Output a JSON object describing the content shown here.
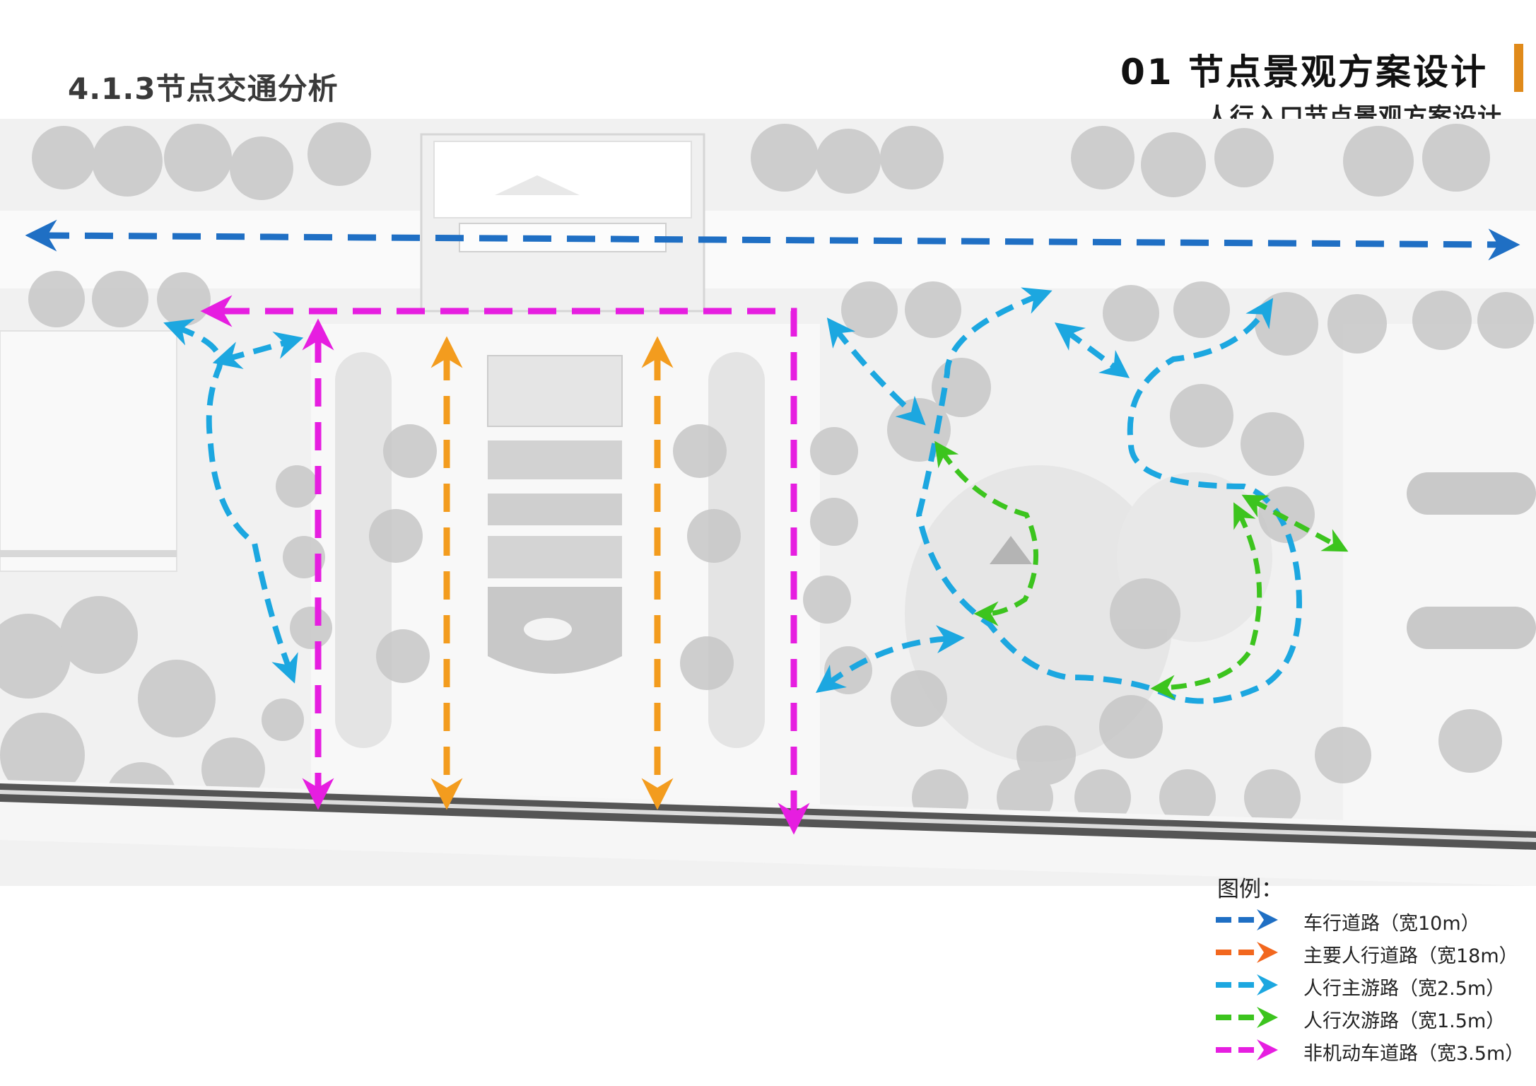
{
  "header": {
    "subsection_title": "4.1.3节点交通分析",
    "chapter_title": "01  节点景观方案设计",
    "chapter_subtitle": "人行入口节点景观方案设计"
  },
  "colors": {
    "accent": "#e08a1a",
    "vehicle_road": "#1f6fc4",
    "main_pedestrian": "#f39c1e",
    "pedestrian_primary": "#1ca7e0",
    "pedestrian_secondary": "#3cc41e",
    "non_motor": "#e61ee0"
  },
  "legend": {
    "title": "图例：",
    "items": [
      {
        "label": "车行道路（宽10m）",
        "color": "#1f6fc4"
      },
      {
        "label": "主要人行道路（宽18m）",
        "color": "#f2671e"
      },
      {
        "label": "人行主游路（宽2.5m）",
        "color": "#1ca7e0"
      },
      {
        "label": "人行次游路（宽1.5m）",
        "color": "#3cc41e"
      },
      {
        "label": "非机动车道路（宽3.5m）",
        "color": "#e61ee0"
      }
    ]
  }
}
